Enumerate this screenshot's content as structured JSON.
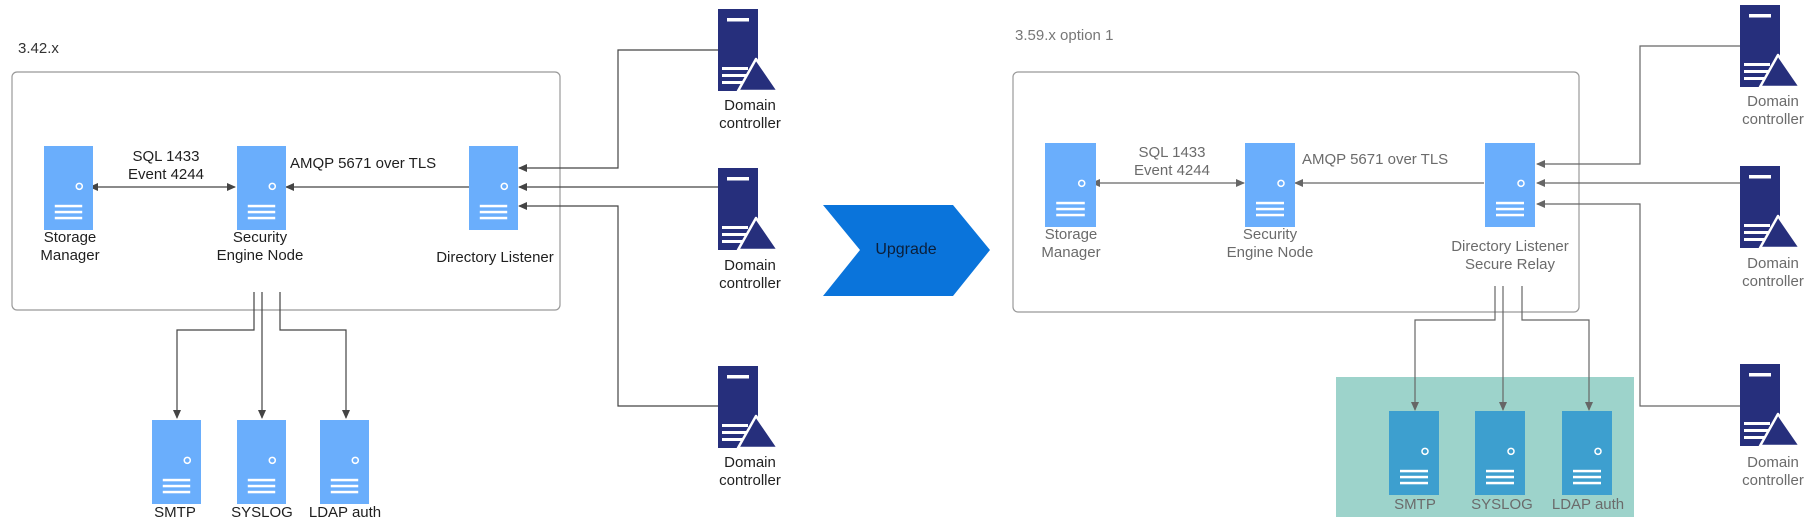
{
  "left": {
    "version_label": "3.42.x",
    "storage_manager": "Storage\nManager",
    "security_engine": "Security\nEngine Node",
    "directory_listener": "Directory Listener",
    "link_sql": "SQL 1433\nEvent 4244",
    "link_amqp": "AMQP 5671 over TLS",
    "smtp": "SMTP",
    "syslog": "SYSLOG",
    "ldap": "LDAP auth",
    "dc1": "Domain\ncontroller",
    "dc2": "Domain\ncontroller",
    "dc3": "Domain\ncontroller"
  },
  "upgrade_label": "Upgrade",
  "right": {
    "version_label": "3.59.x option 1",
    "storage_manager": "Storage\nManager",
    "security_engine": "Security\nEngine Node",
    "directory_listener": "Directory Listener\nSecure Relay",
    "link_sql": "SQL 1433\nEvent 4244",
    "link_amqp": "AMQP 5671 over TLS",
    "smtp": "SMTP",
    "syslog": "SYSLOG",
    "ldap": "LDAP auth",
    "dc1": "Domain\ncontroller",
    "dc2": "Domain\ncontroller",
    "dc3": "Domain\ncontroller"
  },
  "colors": {
    "server_light": "#6aaefc",
    "server_teal": "#3d9fcf",
    "dc_navy": "#262f7c",
    "upgrade_arrow": "#0a74db",
    "relay_group_bg": "#9dd3cb",
    "line": "#555555"
  },
  "icons": [
    "server-icon",
    "domain-controller-icon",
    "upgrade-chevron-icon"
  ]
}
